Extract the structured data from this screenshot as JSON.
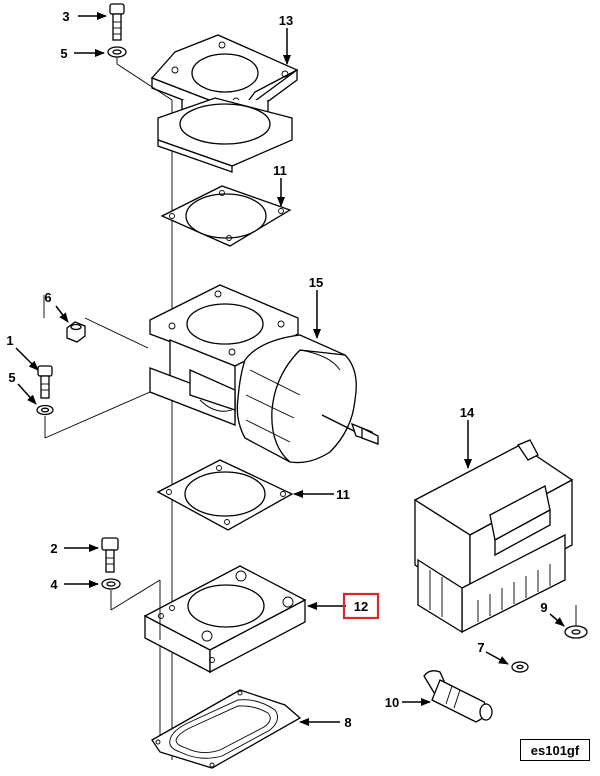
{
  "diagram": {
    "reference_code": "es101gf",
    "highlight_color": "#d9272e",
    "highlighted_callout": "12",
    "callouts": {
      "c1": "1",
      "c2": "2",
      "c3": "3",
      "c4": "4",
      "c5a": "5",
      "c5b": "5",
      "c6": "6",
      "c7": "7",
      "c8": "8",
      "c9": "9",
      "c10": "10",
      "c11a": "11",
      "c11b": "11",
      "c12": "12",
      "c13": "13",
      "c14": "14",
      "c15": "15"
    }
  }
}
